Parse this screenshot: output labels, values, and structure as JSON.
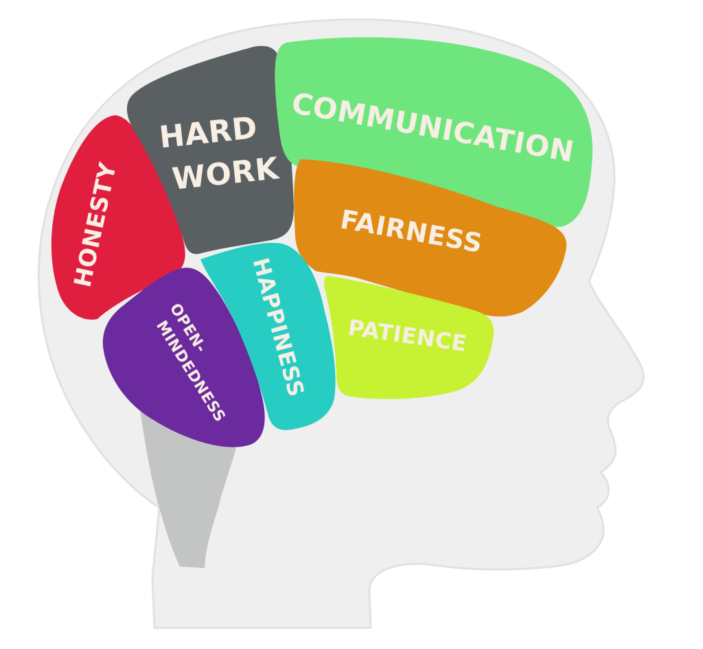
{
  "diagram": {
    "type": "head-profile-brain-regions",
    "background_color": "#ffffff",
    "head_fill_color": "#efefef",
    "head_outline_color": "#e1e1e1",
    "neck_stem_color": "#c3c5c4",
    "label_text_color": "#f7eee4",
    "regions": [
      {
        "id": "honesty",
        "label": "HONESTY",
        "color": "#e01f3f"
      },
      {
        "id": "hard-work",
        "label": "HARD WORK",
        "lines": [
          "HARD",
          "WORK"
        ],
        "color": "#5a6062"
      },
      {
        "id": "communication",
        "label": "COMMUNICATION",
        "color": "#6fe67d"
      },
      {
        "id": "fairness",
        "label": "FAIRNESS",
        "color": "#df8b14"
      },
      {
        "id": "open-mindedness",
        "label": "OPEN-MINDEDNESS",
        "lines": [
          "OPEN-",
          "MINDEDNESS"
        ],
        "color": "#6b2a9d"
      },
      {
        "id": "happiness",
        "label": "HAPPINESS",
        "color": "#27ccc2"
      },
      {
        "id": "patience",
        "label": "PATIENCE",
        "color": "#c7f233"
      }
    ]
  }
}
